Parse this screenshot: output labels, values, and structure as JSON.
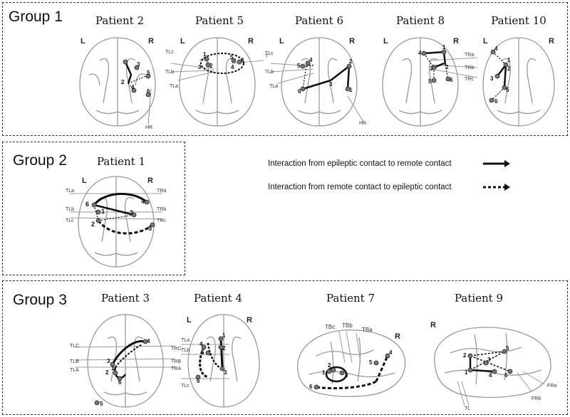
{
  "groups": [
    {
      "title": "Group 1"
    },
    {
      "title": "Group 2"
    },
    {
      "title": "Group 3"
    }
  ],
  "patients": {
    "p2": "Patient 2",
    "p5": "Patient 5",
    "p6": "Patient 6",
    "p8": "Patient 8",
    "p10": "Patient 10",
    "p1": "Patient 1",
    "p3": "Patient 3",
    "p4": "Patient 4",
    "p7": "Patient 7",
    "p9": "Patient 9"
  },
  "sides": {
    "left": "L",
    "right": "R"
  },
  "legend": {
    "solid": "Interaction from epileptic contact to remote contact",
    "dashed": "Interaction from remote contact to epileptic contact"
  },
  "electrode_labels": {
    "TLa": "TLa",
    "TLb": "TLb",
    "TLc": "TLc",
    "TRa": "TRa",
    "TRb": "TRb",
    "TRc": "TRc",
    "T": "T",
    "HR": "HR",
    "TLA": "TLA",
    "TLB": "TLB",
    "TLC": "TLC",
    "TRA": "TRA",
    "TRB": "TRB",
    "TRC": "TRC",
    "TBa": "TBa",
    "TBb": "TBb",
    "TBc": "TBc",
    "FRa": "FRa",
    "FRb": "FRb",
    "TL": "TL"
  },
  "contact_numbers": [
    "1",
    "2",
    "3",
    "4",
    "5",
    "6"
  ]
}
